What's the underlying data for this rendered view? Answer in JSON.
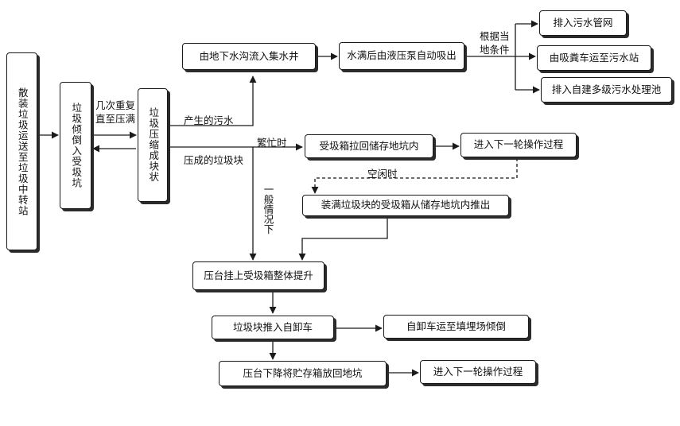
{
  "nodes": {
    "n1": "散装垃圾运送至垃圾中转站",
    "n2": "垃圾倾倒入受圾坑",
    "n3": "垃圾压缩成块状",
    "n4": "由地下水沟流入集水井",
    "n5": "水满后由液压泵自动吸出",
    "n6": "排入污水管网",
    "n7": "由吸粪车运至污水站",
    "n8": "排入自建多级污水处理池",
    "n9": "受圾箱拉回储存地坑内",
    "n10": "进入下一轮操作过程",
    "n11": "装满垃圾块的受圾箱从储存地坑内推出",
    "n12": "压台挂上受圾箱整体提升",
    "n13": "垃圾块推入自卸车",
    "n14": "自卸车运至填埋场倾倒",
    "n15": "压台下降将贮存箱放回地坑",
    "n16": "进入下一轮操作过程"
  },
  "labels": {
    "repeat_line1": "几次重复",
    "repeat_line2": "直至压满",
    "sewage": "产生的污水",
    "block": "压成的垃圾块",
    "busy": "繁忙时",
    "idle": "空闲时",
    "cond_line1": "根据当",
    "cond_line2": "地条件",
    "normal": "一般情况下"
  }
}
